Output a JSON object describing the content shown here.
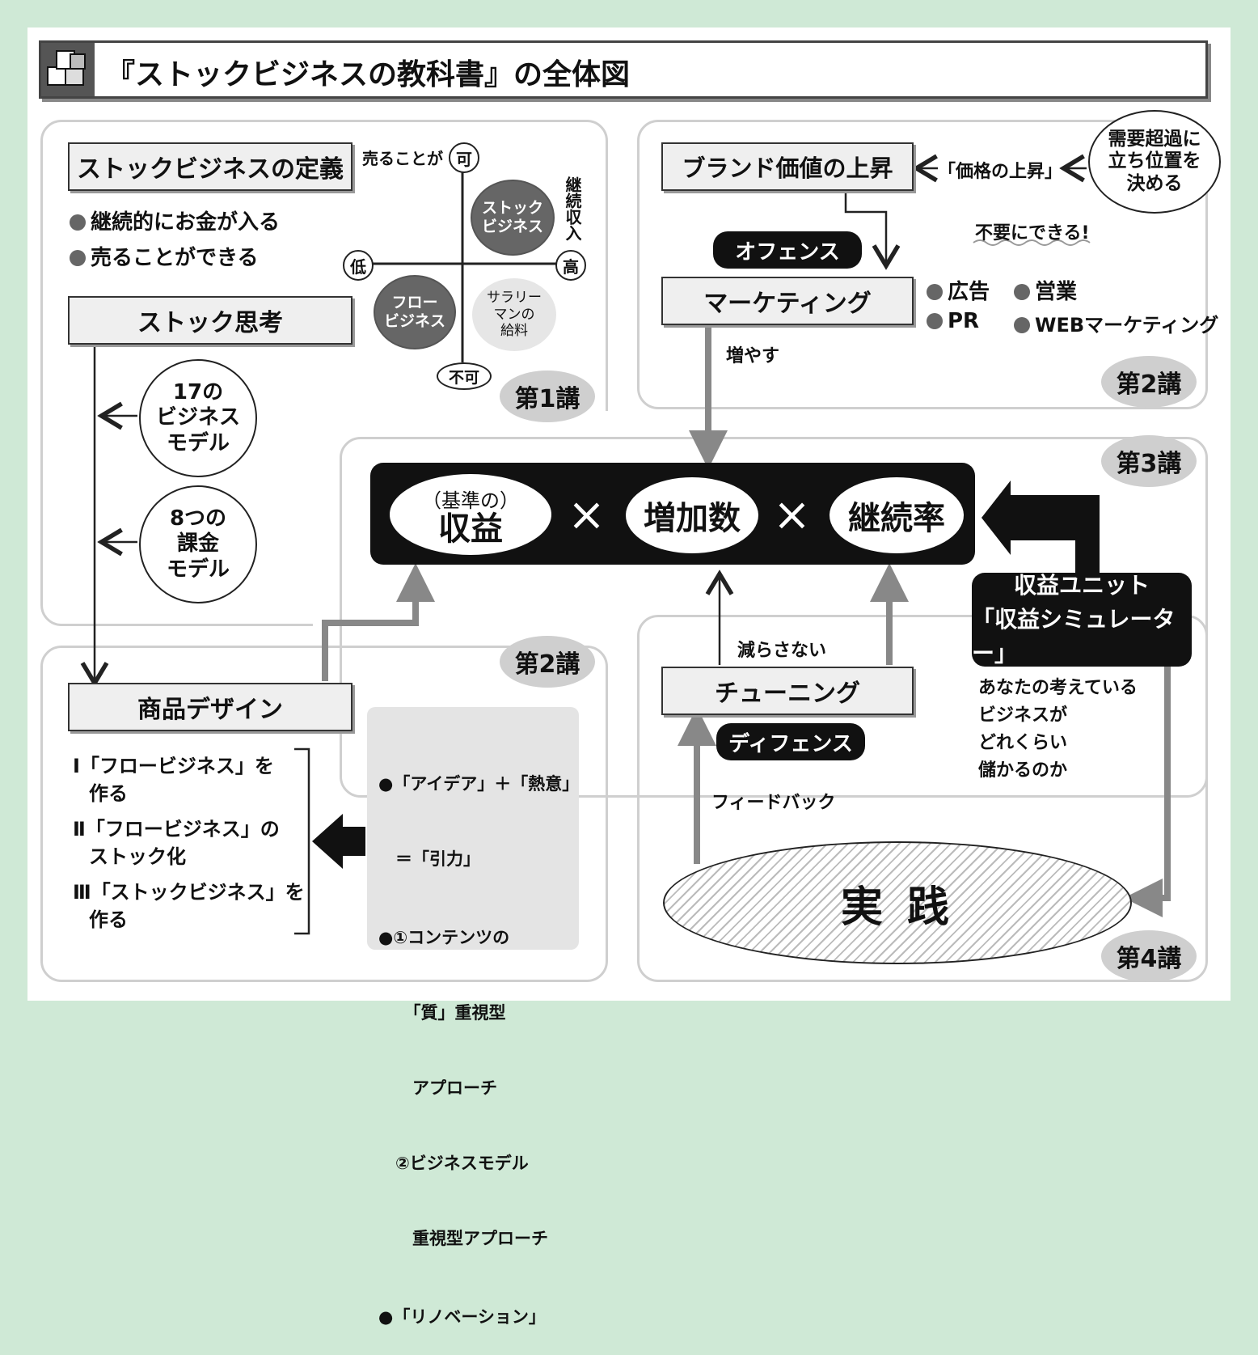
{
  "title": "『ストックビジネスの教科書』の全体図",
  "colors": {
    "background": "#cfe9d6",
    "panel_border": "#cfcfcf",
    "dark": "#111111",
    "box_fill": "#efefef"
  },
  "lecture1": {
    "definition_title": "ストックビジネスの定義",
    "definition_items": [
      "継続的にお金が入る",
      "売ることができる"
    ],
    "matrix": {
      "top_caption": "売ることが",
      "top": "可",
      "bottom": "不可",
      "left": "低",
      "right": "高",
      "vertical_label": "継続収入",
      "stock": [
        "ストック",
        "ビジネス"
      ],
      "flow": [
        "フロー",
        "ビジネス"
      ],
      "salary": [
        "サラリー",
        "マンの",
        "給料"
      ]
    },
    "stock_thinking": "ストック思考",
    "models17": [
      "17の",
      "ビジネス",
      "モデル"
    ],
    "models8": [
      "8つの",
      "課金",
      "モデル"
    ],
    "badge": "第1講"
  },
  "lecture2_top": {
    "brand": "ブランド価値の上昇",
    "price_rise": "「価格の上昇」",
    "demand": [
      "需要超過に",
      "立ち位置を",
      "決める"
    ],
    "unnecessary": "不要にできる!",
    "offense": "オフェンス",
    "marketing": "マーケティング",
    "marketing_items": [
      "広告",
      "営業",
      "PR",
      "WEBマーケティング"
    ],
    "increase": "増やす",
    "badge": "第2講"
  },
  "lecture3": {
    "base_label": "（基準の）",
    "revenue": "収益",
    "times": "×",
    "increase_count": "増加数",
    "retention": "継続率",
    "unit_line1": "収益ユニット",
    "unit_line2": "「収益シミュレーター」",
    "unit_desc": [
      "あなたの考えている",
      "ビジネスが",
      "どれくらい",
      "儲かるのか"
    ],
    "badge": "第3講"
  },
  "lecture2_bottom": {
    "product_design": "商品デザイン",
    "steps": [
      {
        "num": "Ⅰ",
        "line1": "「フロービジネス」を",
        "line2": "作る"
      },
      {
        "num": "Ⅱ",
        "line1": "「フロービジネス」の",
        "line2": "ストック化"
      },
      {
        "num": "Ⅲ",
        "line1": "「ストックビジネス」を",
        "line2": "作る"
      }
    ],
    "ideas": [
      "●「アイデア」＋「熱意」",
      "　＝「引力」",
      "●①コンテンツの",
      "　　「質」重視型",
      "　　アプローチ",
      "　②ビジネスモデル",
      "　　重視型アプローチ",
      "●「リノベーション」"
    ],
    "badge": "第2講"
  },
  "lecture4": {
    "not_reduce": "減らさない",
    "tuning": "チューニング",
    "defense": "ディフェンス",
    "feedback": "フィードバック",
    "practice": "実 践",
    "badge": "第4講"
  }
}
